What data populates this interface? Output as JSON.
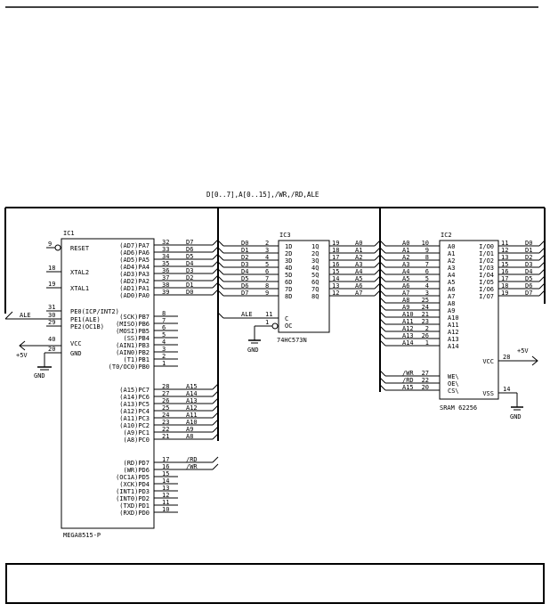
{
  "bus_label": "D[0..7],A[0..15],/WR,/RD,ALE",
  "ic1": {
    "ref": "IC1",
    "part": "MEGA8515-P",
    "left_pins": [
      {
        "num": "9",
        "name": "RESET"
      },
      {
        "num": "18",
        "name": "XTAL2"
      },
      {
        "num": "19",
        "name": "XTAL1"
      },
      {
        "num": "31",
        "name": "PE0(ICP/INT2)"
      },
      {
        "num": "30",
        "name": "PE1(ALE)"
      },
      {
        "num": "29",
        "name": "PE2(OC1B)"
      },
      {
        "num": "40",
        "name": "VCC"
      },
      {
        "num": "20",
        "name": "GND"
      }
    ],
    "right_pins": [
      {
        "num": "32",
        "name": "(AD7)PA7",
        "net": "D7"
      },
      {
        "num": "33",
        "name": "(AD6)PA6",
        "net": "D6"
      },
      {
        "num": "34",
        "name": "(AD5)PA5",
        "net": "D5"
      },
      {
        "num": "35",
        "name": "(AD4)PA4",
        "net": "D4"
      },
      {
        "num": "36",
        "name": "(AD3)PA3",
        "net": "D3"
      },
      {
        "num": "37",
        "name": "(AD2)PA2",
        "net": "D2"
      },
      {
        "num": "38",
        "name": "(AD1)PA1",
        "net": "D1"
      },
      {
        "num": "39",
        "name": "(AD0)PA0",
        "net": "D0"
      },
      {
        "num": "8",
        "name": "(SCK)PB7",
        "net": ""
      },
      {
        "num": "7",
        "name": "(MISO)PB6",
        "net": ""
      },
      {
        "num": "6",
        "name": "(MOSI)PB5",
        "net": ""
      },
      {
        "num": "5",
        "name": "(SS)PB4",
        "net": ""
      },
      {
        "num": "4",
        "name": "(AIN1)PB3",
        "net": ""
      },
      {
        "num": "3",
        "name": "(AIN0)PB2",
        "net": ""
      },
      {
        "num": "2",
        "name": "(T1)PB1",
        "net": ""
      },
      {
        "num": "1",
        "name": "(T0/OC0)PB0",
        "net": ""
      },
      {
        "num": "28",
        "name": "(A15)PC7",
        "net": "A15"
      },
      {
        "num": "27",
        "name": "(A14)PC6",
        "net": "A14"
      },
      {
        "num": "26",
        "name": "(A13)PC5",
        "net": "A13"
      },
      {
        "num": "25",
        "name": "(A12)PC4",
        "net": "A12"
      },
      {
        "num": "24",
        "name": "(A11)PC3",
        "net": "A11"
      },
      {
        "num": "23",
        "name": "(A10)PC2",
        "net": "A10"
      },
      {
        "num": "22",
        "name": "(A9)PC1",
        "net": "A9"
      },
      {
        "num": "21",
        "name": "(A8)PC0",
        "net": "A8"
      },
      {
        "num": "17",
        "name": "(RD)PD7",
        "net": "/RD"
      },
      {
        "num": "16",
        "name": "(WR)PD6",
        "net": "/WR"
      },
      {
        "num": "15",
        "name": "(OC1A)PD5",
        "net": ""
      },
      {
        "num": "14",
        "name": "(XCK)PD4",
        "net": ""
      },
      {
        "num": "13",
        "name": "(INT1)PD3",
        "net": ""
      },
      {
        "num": "12",
        "name": "(INT0)PD2",
        "net": ""
      },
      {
        "num": "11",
        "name": "(TXD)PD1",
        "net": ""
      },
      {
        "num": "10",
        "name": "(RXD)PD0",
        "net": ""
      }
    ],
    "ale_net": "ALE",
    "vcc_label": "+5V",
    "gnd_label": "GND"
  },
  "ic3": {
    "ref": "IC3",
    "part": "74HC573N",
    "inputs": [
      {
        "net": "D0",
        "num": "2",
        "name": "1D"
      },
      {
        "net": "D1",
        "num": "3",
        "name": "2D"
      },
      {
        "net": "D2",
        "num": "4",
        "name": "3D"
      },
      {
        "net": "D3",
        "num": "5",
        "name": "4D"
      },
      {
        "net": "D4",
        "num": "6",
        "name": "5D"
      },
      {
        "net": "D5",
        "num": "7",
        "name": "6D"
      },
      {
        "net": "D6",
        "num": "8",
        "name": "7D"
      },
      {
        "net": "D7",
        "num": "9",
        "name": "8D"
      }
    ],
    "outputs": [
      {
        "name": "1Q",
        "num": "19",
        "net": "A0"
      },
      {
        "name": "2Q",
        "num": "18",
        "net": "A1"
      },
      {
        "name": "3Q",
        "num": "17",
        "net": "A2"
      },
      {
        "name": "4Q",
        "num": "16",
        "net": "A3"
      },
      {
        "name": "5Q",
        "num": "15",
        "net": "A4"
      },
      {
        "name": "6Q",
        "num": "14",
        "net": "A5"
      },
      {
        "name": "7Q",
        "num": "13",
        "net": "A6"
      },
      {
        "name": "8Q",
        "num": "12",
        "net": "A7"
      }
    ],
    "c_pin": {
      "name": "C",
      "num": "11",
      "net": "ALE"
    },
    "oc_pin": {
      "name": "OC",
      "num": "1"
    },
    "gnd_label": "GND"
  },
  "ic2": {
    "ref": "IC2",
    "part": "SRAM 62256",
    "addr_pins": [
      {
        "net": "A0",
        "num": "10",
        "name": "A0"
      },
      {
        "net": "A1",
        "num": "9",
        "name": "A1"
      },
      {
        "net": "A2",
        "num": "8",
        "name": "A2"
      },
      {
        "net": "A3",
        "num": "7",
        "name": "A3"
      },
      {
        "net": "A4",
        "num": "6",
        "name": "A4"
      },
      {
        "net": "A5",
        "num": "5",
        "name": "A5"
      },
      {
        "net": "A6",
        "num": "4",
        "name": "A6"
      },
      {
        "net": "A7",
        "num": "3",
        "name": "A7"
      },
      {
        "net": "A8",
        "num": "25",
        "name": "A8"
      },
      {
        "net": "A9",
        "num": "24",
        "name": "A9"
      },
      {
        "net": "A10",
        "num": "21",
        "name": "A10"
      },
      {
        "net": "A11",
        "num": "23",
        "name": "A11"
      },
      {
        "net": "A12",
        "num": "2",
        "name": "A12"
      },
      {
        "net": "A13",
        "num": "26",
        "name": "A13"
      },
      {
        "net": "A14",
        "num": "1",
        "name": "A14"
      }
    ],
    "ctrl_pins": [
      {
        "net": "/WR",
        "num": "27",
        "name": "WE\\"
      },
      {
        "net": "/RD",
        "num": "22",
        "name": "OE\\"
      },
      {
        "net": "A15",
        "num": "20",
        "name": "CS\\"
      }
    ],
    "io_pins": [
      {
        "name": "I/O0",
        "num": "11",
        "net": "D0"
      },
      {
        "name": "I/O1",
        "num": "12",
        "net": "D1"
      },
      {
        "name": "I/O2",
        "num": "13",
        "net": "D2"
      },
      {
        "name": "I/O3",
        "num": "15",
        "net": "D3"
      },
      {
        "name": "I/O4",
        "num": "16",
        "net": "D4"
      },
      {
        "name": "I/O5",
        "num": "17",
        "net": "D5"
      },
      {
        "name": "I/O6",
        "num": "18",
        "net": "D6"
      },
      {
        "name": "I/O7",
        "num": "19",
        "net": "D7"
      }
    ],
    "vcc_pin": {
      "name": "VCC",
      "num": "28",
      "label": "+5V"
    },
    "vss_pin": {
      "name": "VSS",
      "num": "14",
      "label": "GND"
    }
  },
  "caption": ""
}
